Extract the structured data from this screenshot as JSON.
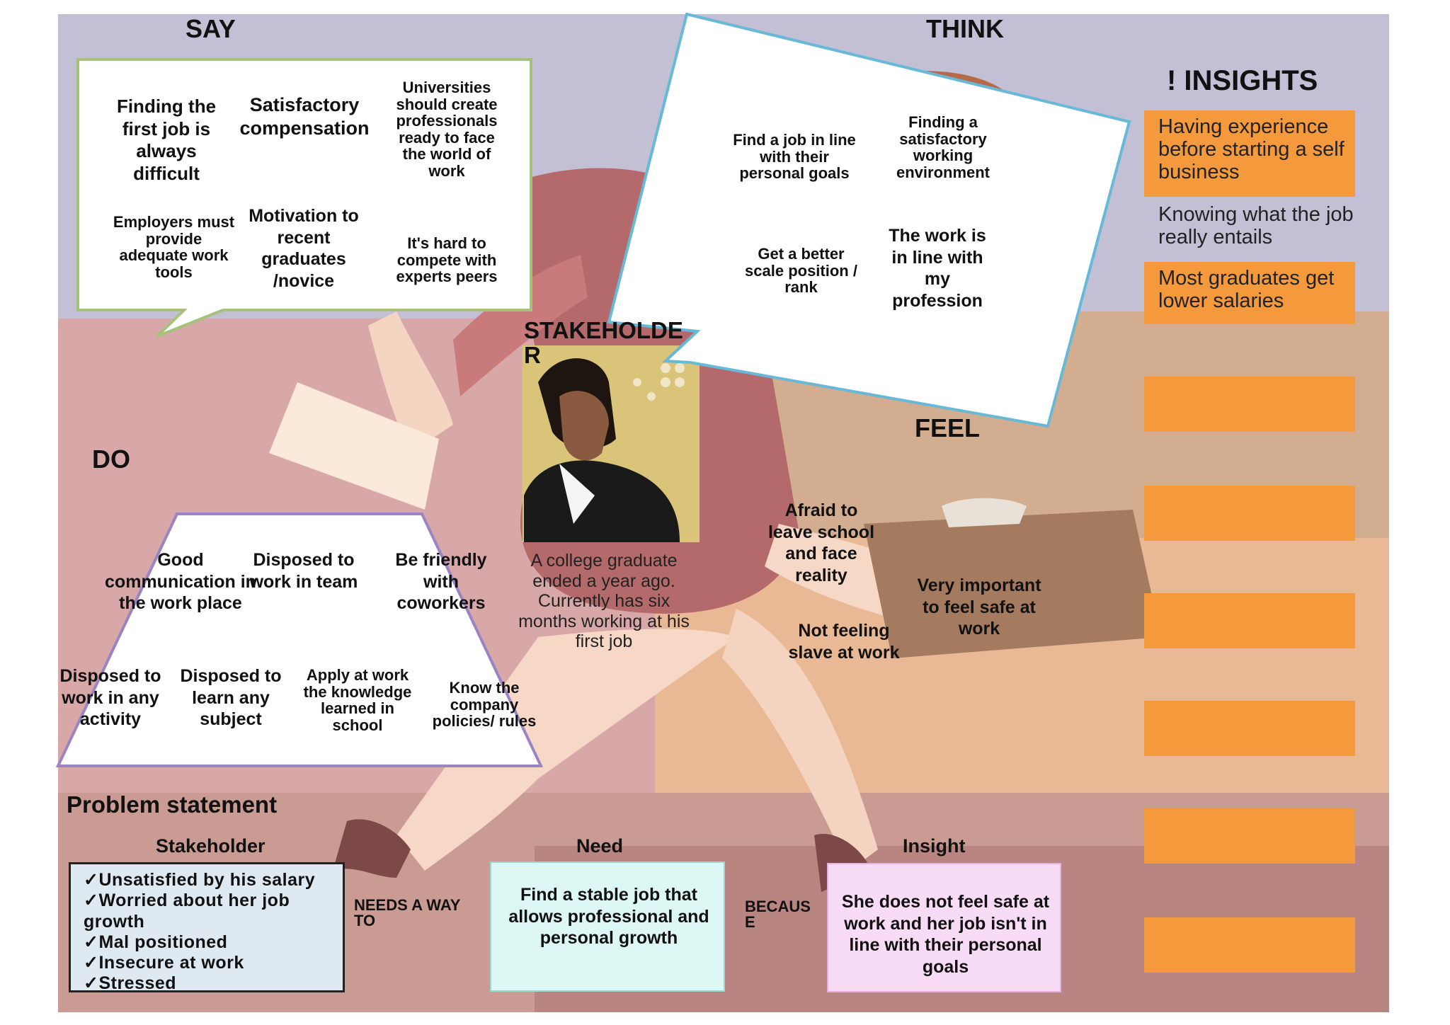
{
  "say": {
    "title": "SAY",
    "notes": [
      "Finding the first job is always difficult",
      "Satisfactory compensation",
      "Universities should create professionals ready to face the world of work",
      "Employers must provide adequate work tools",
      "Motivation to recent graduates /novice",
      "It's hard to compete with experts peers"
    ]
  },
  "think": {
    "title": "THINK",
    "notes": [
      "Find a job in line with their personal goals",
      "Finding a satisfactory working environment",
      "Get a better scale position / rank",
      "The work is in line with my profession"
    ]
  },
  "do": {
    "title": "DO",
    "notes": [
      "Good communication in the work place",
      "Disposed to work in team",
      "Be friendly with coworkers",
      "Disposed to work in any activity",
      "Disposed to learn any subject",
      "Apply at work the knowledge learned in school",
      "Know the company policies/ rules"
    ]
  },
  "feel": {
    "title": "FEEL",
    "notes": [
      "Afraid to leave school and face reality",
      "Very important to feel safe at work",
      "Not feeling slave at work"
    ]
  },
  "stakeholder": {
    "title": "STAKEHOLDER",
    "description": "A college graduate ended a year ago. Currently has six months working at his first job"
  },
  "insights": {
    "title": "! INSIGHTS",
    "items": [
      "Having experience before starting a self business",
      "Knowing what the job really entails",
      "Most graduates get lower salaries"
    ]
  },
  "problem_statement": {
    "title": "Problem statement",
    "stakeholder_label": "Stakeholder",
    "stakeholder_items": [
      "Unsatisfied by his salary",
      "Worried about her job growth",
      "Mal positioned",
      "Insecure at work",
      "Stressed"
    ],
    "connector_1": "NEEDS A WAY TO",
    "need_label": "Need",
    "need_text": "Find a stable job that allows professional and personal growth",
    "connector_2": "BECAUSE",
    "insight_label": "Insight",
    "insight_text": "She does not feel safe at work and her job isn't in line with their personal goals"
  },
  "colors": {
    "say_border": "#a6c27a",
    "think_border": "#68b8d8",
    "do_border": "#9a85c2",
    "insight_orange": "#f49a3c",
    "stakeholder_box": "#dfe9f2",
    "need_box": "#dcf7f4",
    "insight_box": "#f8dcf5"
  }
}
